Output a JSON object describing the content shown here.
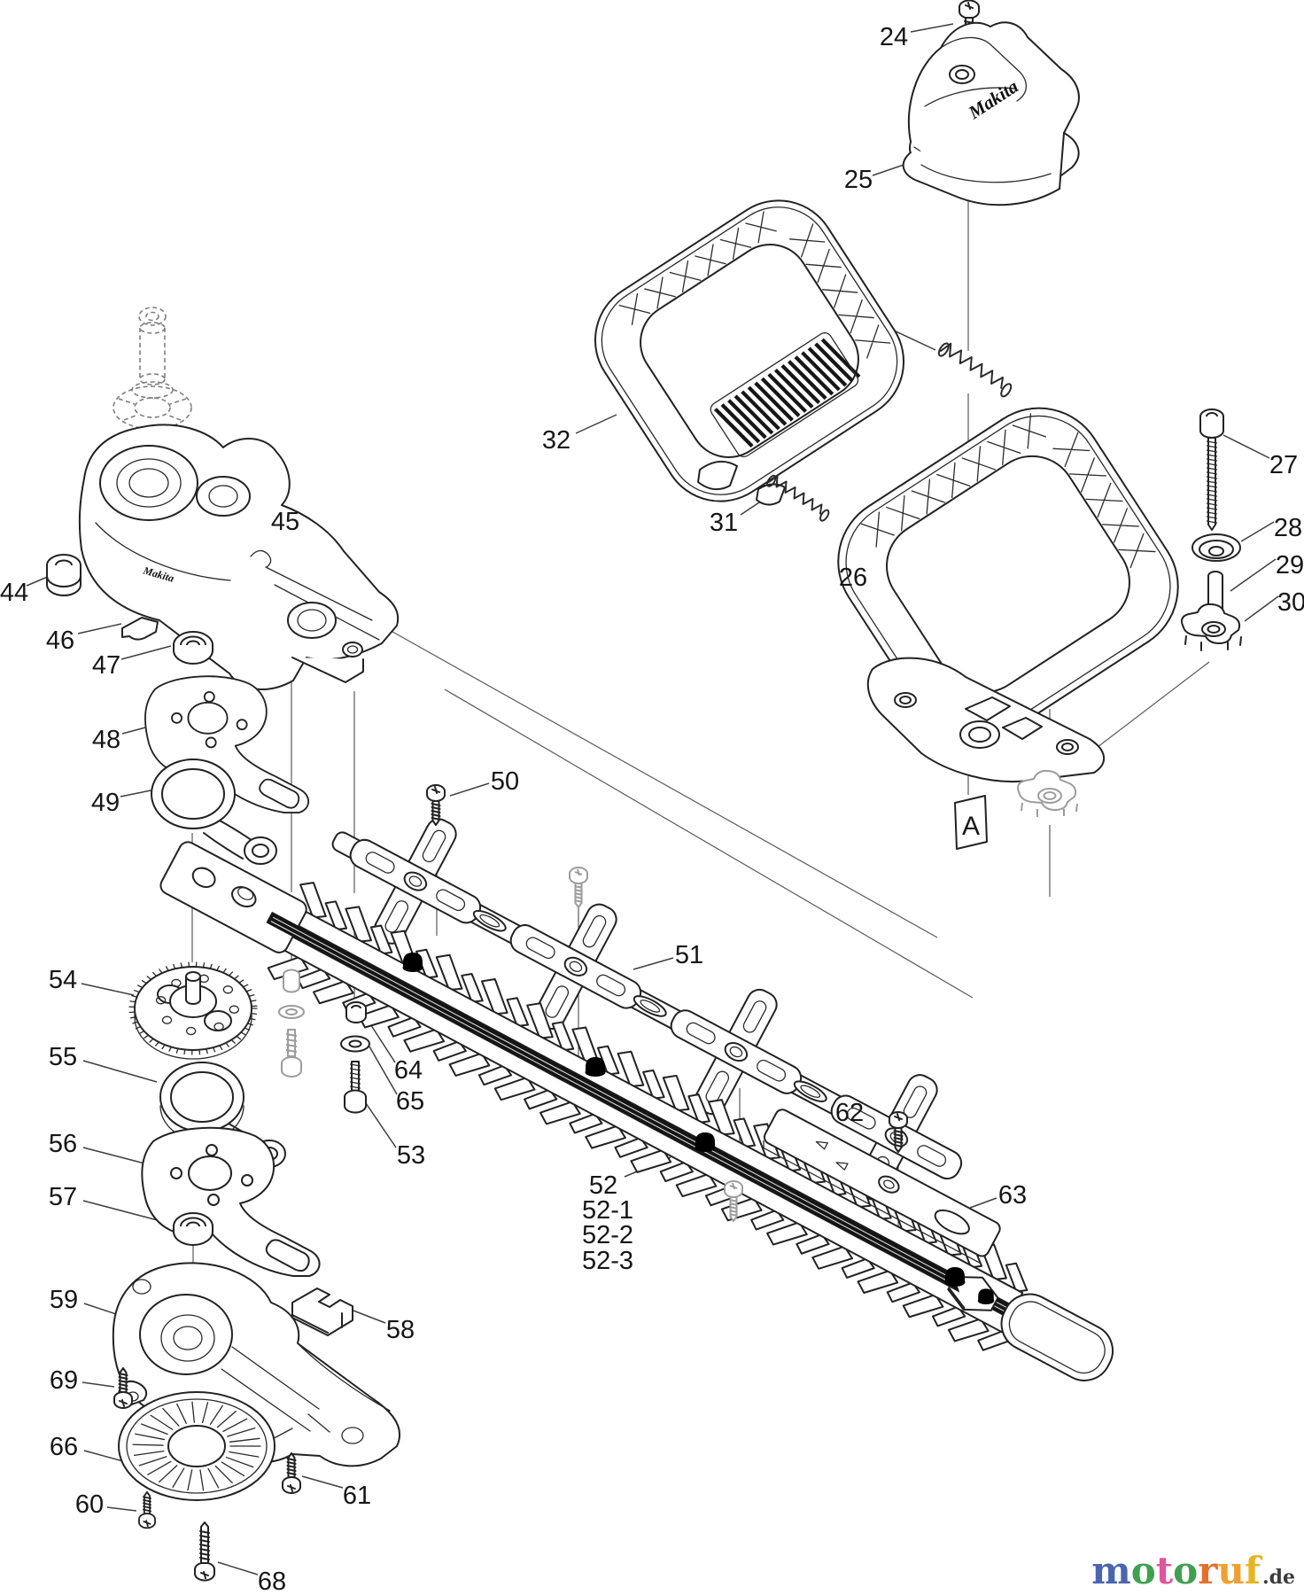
{
  "diagram": {
    "detail_marker": "A",
    "brand_cover": "Makita",
    "brand_housing": "Makita",
    "part_labels": [
      {
        "id": "24",
        "text": "24"
      },
      {
        "id": "25",
        "text": "25"
      },
      {
        "id": "26",
        "text": "26"
      },
      {
        "id": "27",
        "text": "27"
      },
      {
        "id": "28",
        "text": "28"
      },
      {
        "id": "29",
        "text": "29"
      },
      {
        "id": "30",
        "text": "30"
      },
      {
        "id": "31",
        "text": "31"
      },
      {
        "id": "32",
        "text": "32"
      },
      {
        "id": "44",
        "text": "44"
      },
      {
        "id": "45",
        "text": "45"
      },
      {
        "id": "46",
        "text": "46"
      },
      {
        "id": "47",
        "text": "47"
      },
      {
        "id": "48",
        "text": "48"
      },
      {
        "id": "49",
        "text": "49"
      },
      {
        "id": "50",
        "text": "50"
      },
      {
        "id": "51",
        "text": "51"
      },
      {
        "id": "52",
        "text": "52"
      },
      {
        "id": "52-1",
        "text": "52-1"
      },
      {
        "id": "52-2",
        "text": "52-2"
      },
      {
        "id": "52-3",
        "text": "52-3"
      },
      {
        "id": "53",
        "text": "53"
      },
      {
        "id": "54",
        "text": "54"
      },
      {
        "id": "55",
        "text": "55"
      },
      {
        "id": "56",
        "text": "56"
      },
      {
        "id": "57",
        "text": "57"
      },
      {
        "id": "58",
        "text": "58"
      },
      {
        "id": "59",
        "text": "59"
      },
      {
        "id": "60",
        "text": "60"
      },
      {
        "id": "61",
        "text": "61"
      },
      {
        "id": "62",
        "text": "62"
      },
      {
        "id": "63",
        "text": "63"
      },
      {
        "id": "64",
        "text": "64"
      },
      {
        "id": "65",
        "text": "65"
      },
      {
        "id": "66",
        "text": "66"
      },
      {
        "id": "68",
        "text": "68"
      },
      {
        "id": "69",
        "text": "69"
      }
    ]
  },
  "watermark": {
    "letters": [
      {
        "ch": "m",
        "color": "#4a66ae"
      },
      {
        "ch": "o",
        "color": "#3fa14f"
      },
      {
        "ch": "t",
        "color": "#e0559c"
      },
      {
        "ch": "o",
        "color": "#3fa14f"
      },
      {
        "ch": "r",
        "color": "#e4702e"
      },
      {
        "ch": "u",
        "color": "#efa030"
      },
      {
        "ch": "f",
        "color": "#e7b421"
      }
    ],
    "suffix": ".de",
    "suffix_color": "#3c3c3c"
  }
}
